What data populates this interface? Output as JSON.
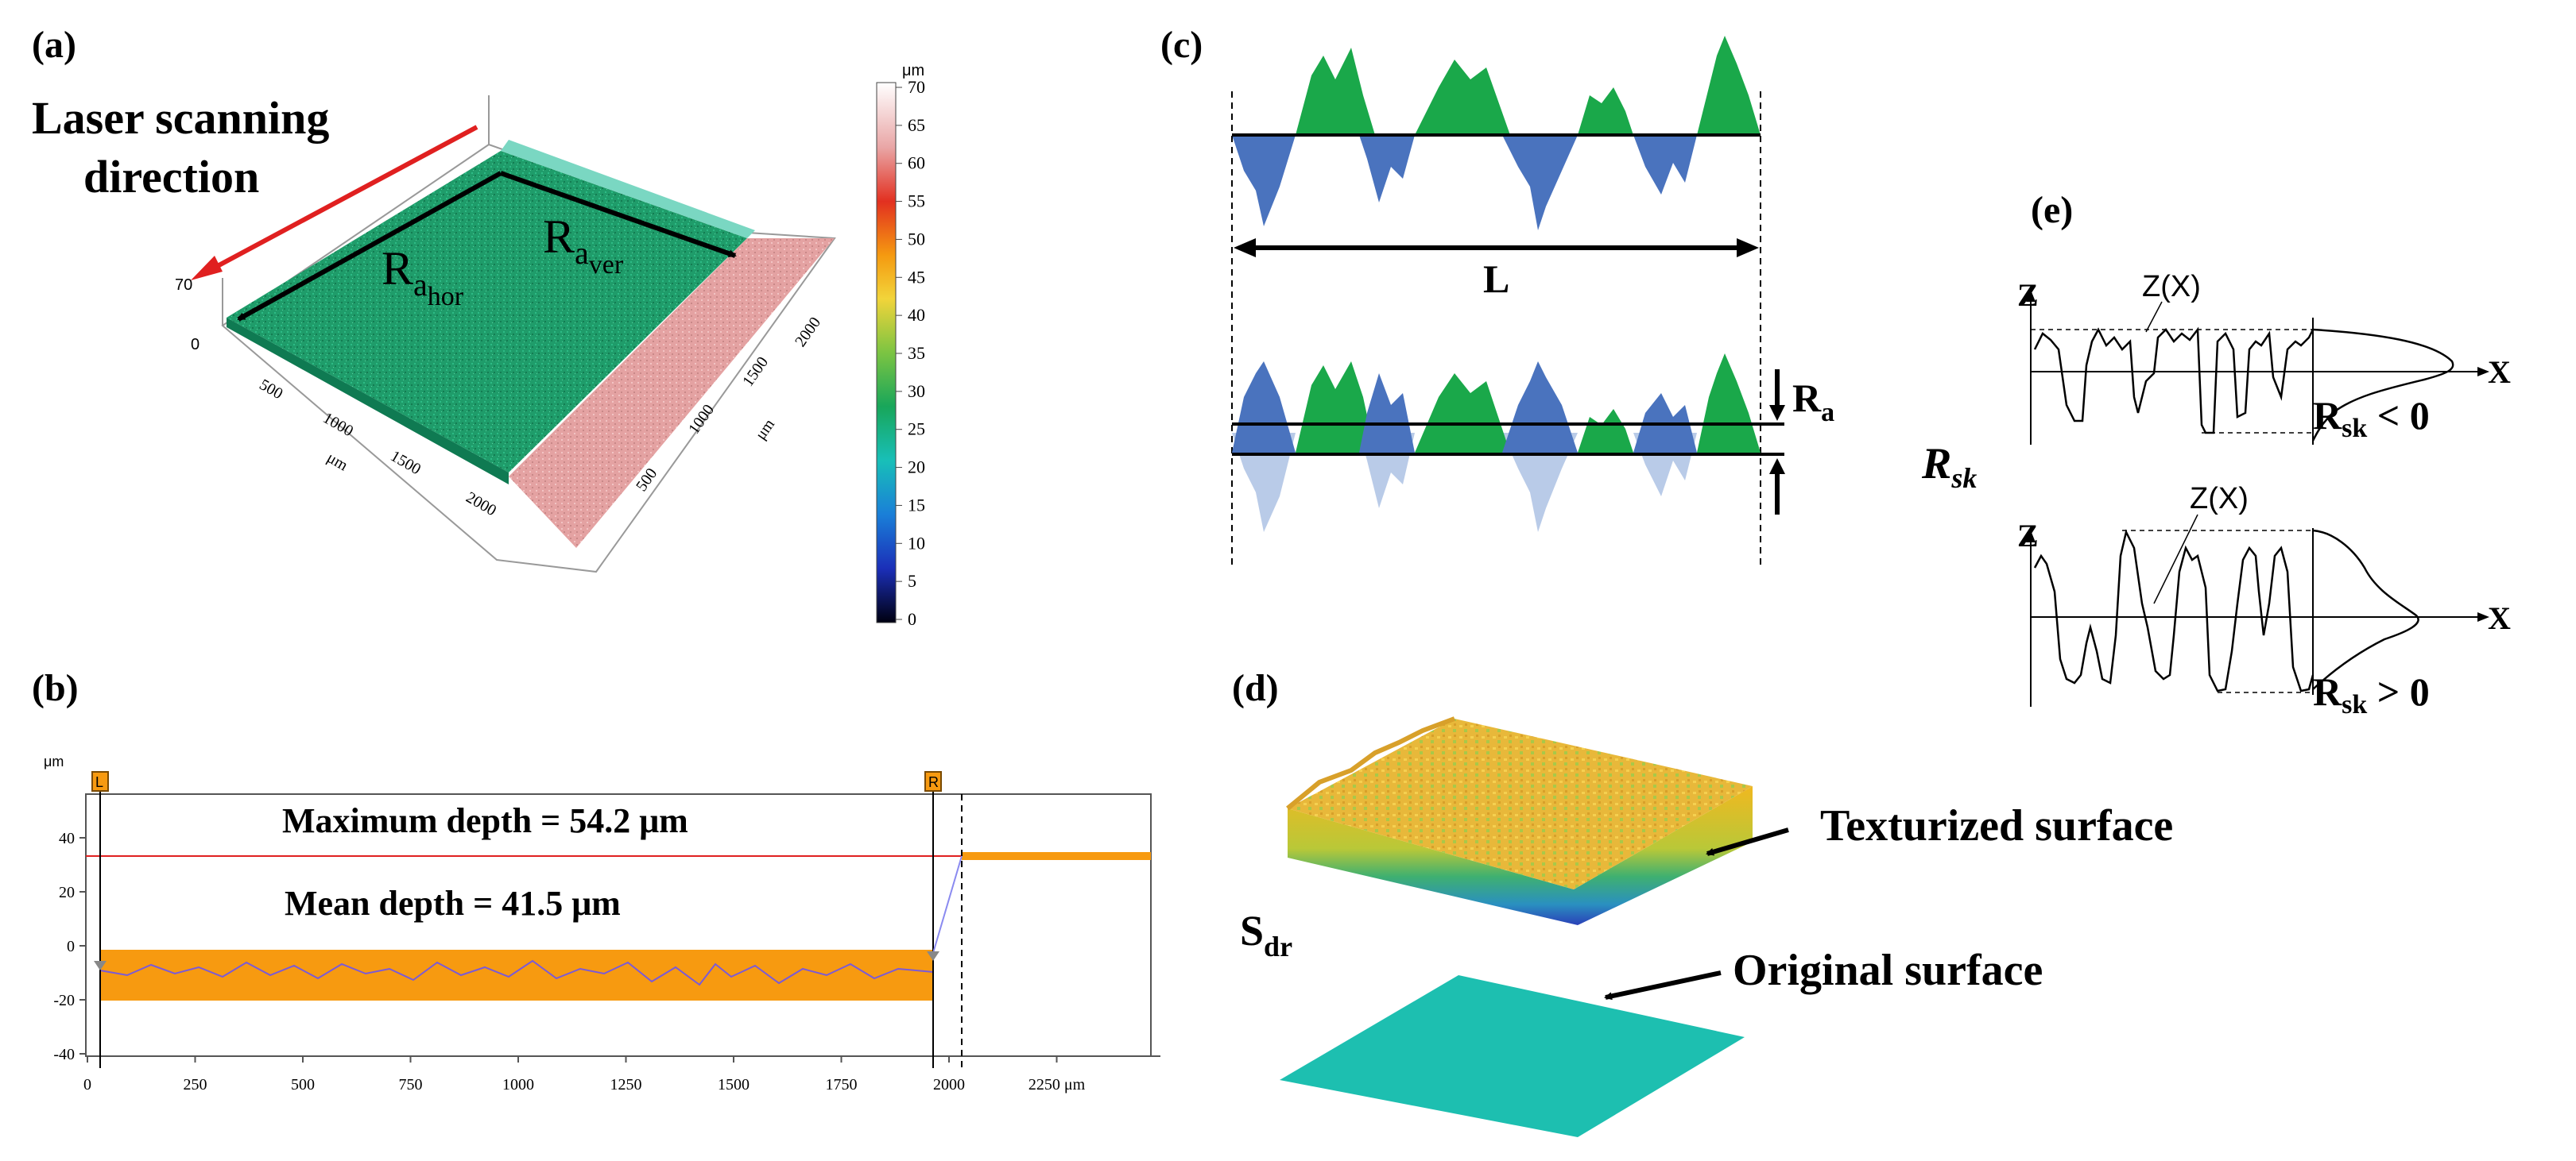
{
  "panels": {
    "a": {
      "label": "(a)",
      "direction_text_line1": "Laser scanning",
      "direction_text_line2": "direction",
      "r_hor": "R",
      "r_hor_sub": "a",
      "r_hor_subsub": "hor",
      "r_ver": "R",
      "r_ver_sub": "a",
      "r_ver_subsub": "ver",
      "z_ticks": [
        "70",
        "0"
      ],
      "x_ticks_left": [
        "500",
        "1000",
        "1500",
        "2000"
      ],
      "x_unit_left": "μm",
      "x_ticks_right": [
        "500",
        "1000",
        "1500",
        "2000"
      ],
      "x_unit_right": "μm",
      "colorbar_unit": "μm",
      "colorbar_ticks": [
        "70",
        "65",
        "60",
        "55",
        "50",
        "45",
        "40",
        "35",
        "30",
        "25",
        "20",
        "15",
        "10",
        "5",
        "0"
      ]
    },
    "b": {
      "label": "(b)",
      "unit": "μm",
      "max_depth_text": "Maximum depth = 54.2 μm",
      "mean_depth_text": "Mean depth = 41.5 μm",
      "marker_l": "L",
      "marker_r": "R",
      "y_ticks": [
        "40",
        "20",
        "0",
        "-20",
        "-40"
      ],
      "x_ticks": [
        "0",
        "250",
        "500",
        "750",
        "1000",
        "1250",
        "1500",
        "1750",
        "2000",
        "2250 μm"
      ]
    },
    "c": {
      "label": "(c)",
      "length_label": "L",
      "ra_label": "R",
      "ra_sub": "a"
    },
    "d": {
      "label": "(d)",
      "sdr_label": "S",
      "sdr_sub": "dr",
      "textured_label": "Texturized surface",
      "original_label": "Original surface"
    },
    "e": {
      "label": "(e)",
      "rsk_label": "R",
      "rsk_sub": "sk",
      "top_z": "Z",
      "top_x": "X",
      "top_zx": "Z(X)",
      "top_cond_r": "R",
      "top_cond_sub": "sk",
      "top_cond_rest": " < 0",
      "bottom_z": "Z",
      "bottom_x": "X",
      "bottom_zx": "Z(X)",
      "bottom_cond_r": "R",
      "bottom_cond_sub": "sk",
      "bottom_cond_rest": " > 0"
    }
  },
  "colors": {
    "green": "#1aa84a",
    "blue": "#4a73be",
    "light_blue": "#b9cbe8",
    "orange": "#f79a10",
    "red": "#e02020",
    "teal": "#1dbfb0",
    "pink": "#e8a8a8"
  }
}
